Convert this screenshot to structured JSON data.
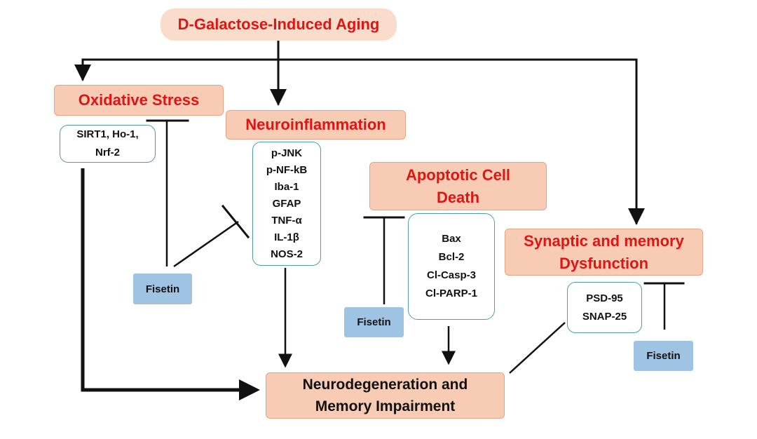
{
  "title": "D-Galactose-Induced Aging",
  "processes": {
    "oxidative_stress": "Oxidative Stress",
    "neuroinflammation": "Neuroinflammation",
    "apoptotic_l1": "Apoptotic Cell",
    "apoptotic_l2": "Death",
    "synaptic_l1": "Synaptic and memory",
    "synaptic_l2": "Dysfunction"
  },
  "markers": {
    "oxidative": [
      "SIRT1, Ho-1,",
      "Nrf-2"
    ],
    "neuroinflammation": [
      "p-JNK",
      "p-NF-kB",
      "Iba-1",
      "GFAP",
      "TNF-α",
      "IL-1β",
      "NOS-2"
    ],
    "apoptosis": [
      "Bax",
      "Bcl-2",
      "Cl-Casp-3",
      "Cl-PARP-1"
    ],
    "synaptic": [
      "PSD-95",
      "SNAP-25"
    ]
  },
  "inhibitor": {
    "oxidative": "Fisetin",
    "apoptosis": "Fisetin",
    "synaptic": "Fisetin"
  },
  "outcome": {
    "line1": "Neurodegeneration and",
    "line2": "Memory Impairment"
  },
  "colors": {
    "title_fill": "#fadccb",
    "process_fill": "#f8ccb4",
    "process_text": "#e11414",
    "fisetin_fill": "#9fc3e3",
    "marker_border": "#4f9ea6",
    "line": "#111111"
  }
}
